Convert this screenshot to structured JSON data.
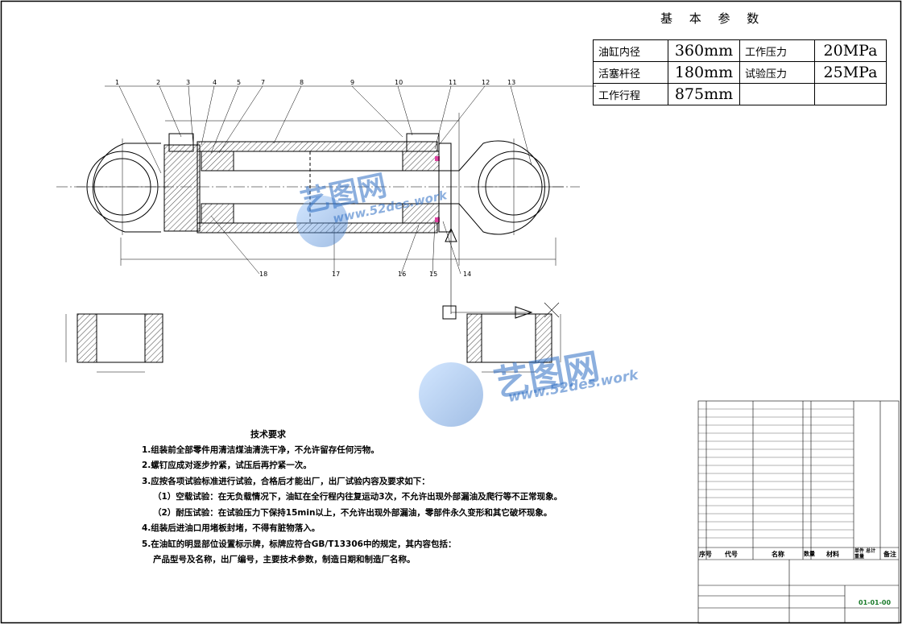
{
  "params": {
    "title": "基 本 参 数",
    "rows": [
      {
        "l1": "油缸内径",
        "v1": "360mm",
        "l2": "工作压力",
        "v2": "20MPa"
      },
      {
        "l1": "活塞杆径",
        "v1": "180mm",
        "l2": "试验压力",
        "v2": "25MPa"
      },
      {
        "l1": "工作行程",
        "v1": "875mm",
        "l2": "",
        "v2": ""
      }
    ]
  },
  "balloons": [
    "1",
    "2",
    "3",
    "4",
    "5",
    "7",
    "8",
    "9",
    "10",
    "11",
    "12",
    "13",
    "18",
    "17",
    "16",
    "15",
    "14"
  ],
  "notes": {
    "title": "技术要求",
    "items": [
      "1.组装前全部零件用清洁煤油清洗干净，不允许留存任何污物。",
      "2.螺钉应成对逐步拧紧，试压后再拧紧一次。",
      "3.应按各项试验标准进行试验，合格后才能出厂，出厂试验内容及要求如下：",
      "（1）空载试验：在无负载情况下，油缸在全行程内往复运动3次，不允许出现外部漏油及爬行等不正常现象。",
      "（2）耐压试验：在试验压力下保持15min以上，不允许出现外部漏油，零部件永久变形和其它破坏现象。",
      "4.组装后进油口用堵板封堵，不得有脏物落入。",
      "5.在油缸的明显部位设置标示牌，标牌应符合GB/T13306中的规定，其内容包括：",
      "产品型号及名称，出厂编号，主要技术参数，制造日期和制造厂名称。"
    ]
  },
  "bom": {
    "header": {
      "no": "序号",
      "code": "代号",
      "name": "名称",
      "qty": "数量",
      "mat": "材料",
      "weight": "单件 总计 重量",
      "remark": "备注"
    }
  },
  "title_block": {
    "drawing_no": "01-01-00"
  },
  "watermark": {
    "brand": "艺图网",
    "url": "www.52des.work"
  },
  "colors": {
    "line": "#000000",
    "hatch": "#444444",
    "watermark": "#2f6fc4",
    "seal": "#e040a0"
  }
}
